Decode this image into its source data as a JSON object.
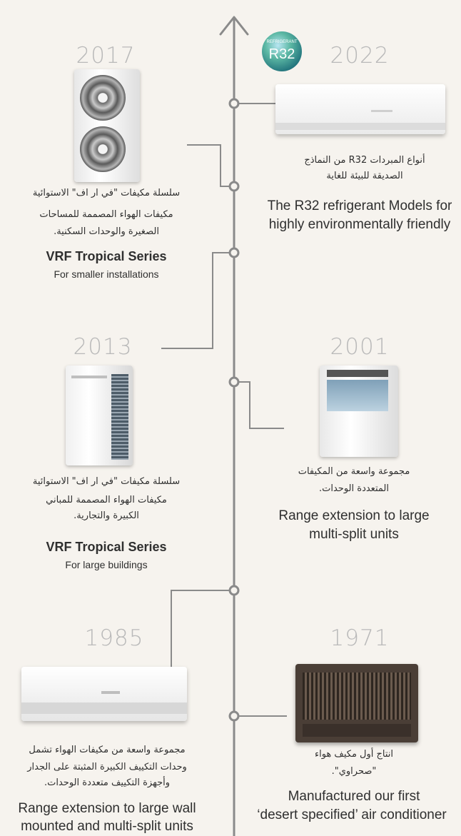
{
  "timeline": [
    {
      "year": "2022",
      "arabic": [
        "أنواع المبردات R32 من النماذج",
        "الصديقة للبيئة للغاية"
      ],
      "english": [
        "The R32 refrigerant Models for",
        "highly environmentally friendly"
      ],
      "badge": "R32",
      "badge_small": "REFRIGERANT"
    },
    {
      "year": "2017",
      "arabic_series": "سلسلة مكيفات \"في ار اف\" الاستوائية",
      "arabic": [
        "مكيفات الهواء المصممة للمساحات",
        "الصغيرة والوحدات السكنية."
      ],
      "series": "VRF Tropical Series",
      "english": "For smaller installations"
    },
    {
      "year": "2013",
      "arabic_series": "سلسلة مكيفات \"في ار اف\" الاستوائية",
      "arabic": [
        "مكيفات الهواء المصممة للمباني",
        "الكبيرة والتجارية."
      ],
      "series": "VRF Tropical Series",
      "english": "For large buildings"
    },
    {
      "year": "2001",
      "arabic": [
        "مجموعة واسعة من المكيفات",
        "المتعددة الوحدات."
      ],
      "english": [
        "Range extension to large",
        "multi-split units"
      ]
    },
    {
      "year": "1985",
      "arabic": [
        "مجموعة واسعة من مكيفات الهواء تشمل",
        "وحدات التكييف الكبيرة المثبتة على الجدار",
        "وأجهزة التكييف متعددة الوحدات."
      ],
      "english": [
        "Range extension to large wall",
        "mounted and multi-split units"
      ]
    },
    {
      "year": "1971",
      "arabic": [
        "انتاج أول مكيف هواء",
        "\"صحراوي\"."
      ],
      "english": [
        "Manufactured our first",
        "‘desert specified’ air conditioner"
      ]
    }
  ],
  "colors": {
    "line": "#8a8a8a",
    "year": "#b9b9b9",
    "text": "#2f2f2f",
    "background": "#f6f3ee"
  }
}
